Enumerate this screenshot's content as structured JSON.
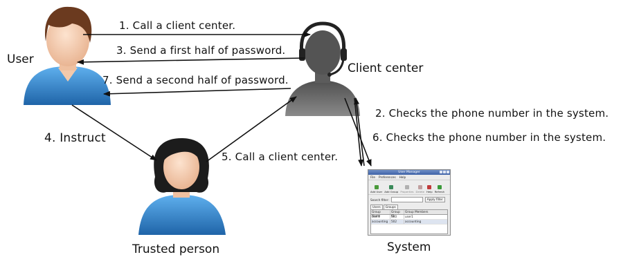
{
  "nodes": {
    "user": "User",
    "client_center": "Client center",
    "trusted_person": "Trusted person",
    "system": "System"
  },
  "edges": {
    "e1": "1. Call a client center.",
    "e2": "2. Checks the phone number in the system.",
    "e3": "3. Send a first half of password.",
    "e4": "4. Instruct",
    "e5": "5. Call a client center.",
    "e6": "6. Checks the phone number in the system.",
    "e7": "7. Send a second half of password."
  },
  "system_window": {
    "title": "User Manager",
    "menu": [
      "File",
      "Preferences",
      "Help"
    ],
    "toolbar": [
      "Add User",
      "Add Group",
      "Properties",
      "Delete",
      "Help",
      "Refresh"
    ],
    "search_label": "Search filter:",
    "apply_label": "Apply filter",
    "tabs": [
      "Users",
      "Groups"
    ],
    "columns": [
      "Group Name",
      "Group ID",
      "Group Members"
    ],
    "rows": [
      [
        "user1",
        "500",
        "user1"
      ],
      [
        "accounting",
        "502",
        "accounting"
      ]
    ]
  },
  "colors": {
    "user_shirt": "#3a86c8",
    "user_hair": "#6b3a1f",
    "trusted_shirt": "#3a86c8",
    "trusted_hair": "#1c1c1c",
    "client_center": "#6a6a6a",
    "arrow": "#111111"
  },
  "icons": [
    "user-avatar-icon",
    "trusted-person-avatar-icon",
    "client-center-headset-icon",
    "system-window-icon"
  ]
}
